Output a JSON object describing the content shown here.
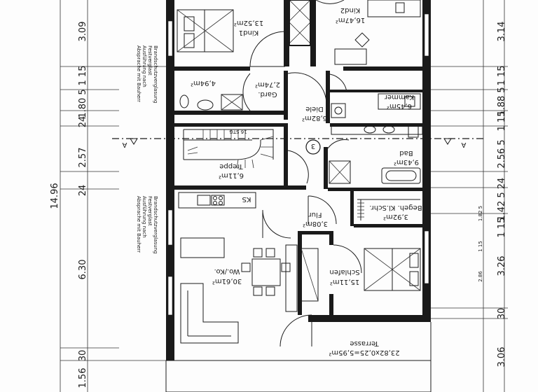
{
  "rooms": {
    "kind1": {
      "name": "Kind1",
      "area": "13,52m²"
    },
    "kind2": {
      "name": "Kind2",
      "area": "16,47m²"
    },
    "garderobe": {
      "name": "Gard.",
      "area": "2,74m²"
    },
    "wc": {
      "area": "4,94m²"
    },
    "diele": {
      "name": "Diele",
      "area": "6,82m²"
    },
    "kammer": {
      "name": "Kammer",
      "area": "6,45m²"
    },
    "treppe": {
      "name": "Treppe",
      "area": "6,11m²"
    },
    "bad": {
      "name": "Bad",
      "area": "9,43m²"
    },
    "flur": {
      "name": "Flur",
      "area": "3,08m²"
    },
    "begehbar": {
      "name": "Begeh. Kl.Schr.",
      "area": "3,92m²"
    },
    "wohnkueche": {
      "name": "Wo./Ko.",
      "area": "30,61m²"
    },
    "schlafen": {
      "name": "Schlafen",
      "area": "15,11m²"
    },
    "terrasse": {
      "name": "Terrasse",
      "formula": "23,82x0,25=5,95m²"
    }
  },
  "notes": {
    "glazing_top": [
      "Brandschutzverglasung",
      "Festverglast",
      "Ausführung nach",
      "Absprache mit Bauherr"
    ],
    "glazing_bottom": [
      "Brandschutzverglasung",
      "Festverglast",
      "Ausführung nach",
      "Absprache mit Bauherr"
    ],
    "stair_label": "16 STG",
    "kitchen_label": "KS",
    "section_mark": "A",
    "circle_mark": "3"
  },
  "dims_left": {
    "total": "14.96",
    "segments": [
      "3.09",
      "1 15",
      "1.80 5",
      "24",
      "2.57",
      "24",
      "6.30",
      "30",
      "1.56"
    ]
  },
  "dims_right": {
    "segments": [
      "3.14",
      "1 15",
      "1.88 5",
      "1 15",
      "2.56 5",
      "24",
      "1.42 5",
      "1 15",
      "3.26",
      "30",
      "3.06"
    ],
    "inner": [
      "1 15",
      "1.82 5",
      "2.86"
    ]
  }
}
